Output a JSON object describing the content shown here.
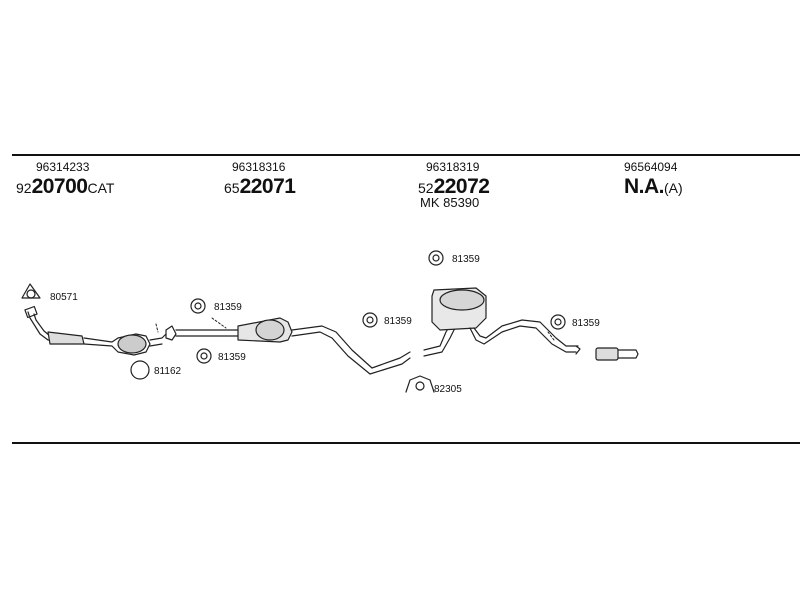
{
  "columns": [
    {
      "ref": "96314233",
      "code_prefix": "92",
      "code_main": "20700",
      "code_suffix": "CAT"
    },
    {
      "ref": "96318316",
      "code_prefix": "65",
      "code_main": "22071",
      "code_suffix": ""
    },
    {
      "ref": "96318319",
      "code_prefix": "52",
      "code_main": "22072",
      "code_suffix": "",
      "extra": "MK 85390"
    },
    {
      "ref": "96564094",
      "code_prefix": "",
      "code_main": "N.A.",
      "code_suffix": "(A)"
    }
  ],
  "parts": [
    {
      "label": "80571"
    },
    {
      "label": "81162"
    },
    {
      "label": "81359"
    },
    {
      "label": "81359"
    },
    {
      "label": "81359"
    },
    {
      "label": "81359"
    },
    {
      "label": "82305"
    },
    {
      "label": "81359"
    }
  ]
}
